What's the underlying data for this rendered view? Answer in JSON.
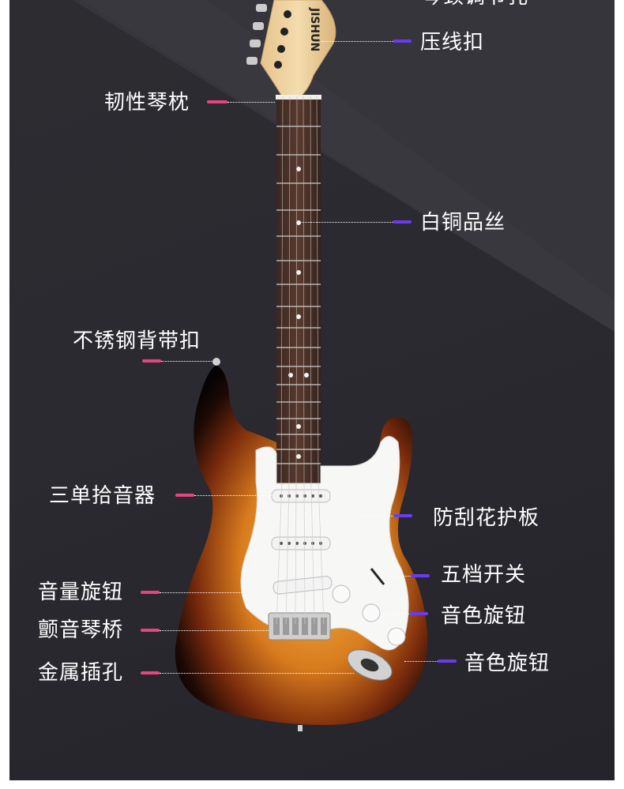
{
  "brand": "JISHUN",
  "colors": {
    "pink_marker": "#e8457e",
    "purple_marker": "#6a3cf0",
    "background": "#2a2a30"
  },
  "labels": {
    "top_cut": "琴颈调节孔",
    "string_retainer": "压线扣",
    "nut": "韧性琴枕",
    "frets": "白铜品丝",
    "strap_button": "不锈钢背带扣",
    "pickups": "三单拾音器",
    "pickguard": "防刮花护板",
    "switch": "五档开关",
    "volume": "音量旋钮",
    "tone1": "音色旋钮",
    "bridge": "颤音琴桥",
    "tone2": "音色旋钮",
    "jack": "金属插孔"
  }
}
